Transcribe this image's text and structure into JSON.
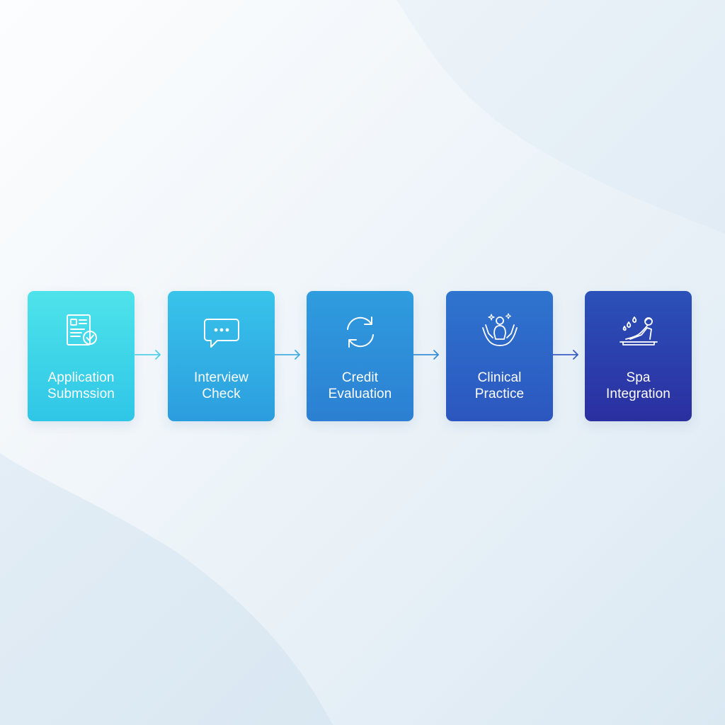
{
  "steps": [
    {
      "line1": "Application",
      "line2": "Submssion",
      "icon": "application-document-check-icon",
      "color_start": "#4ee3ea",
      "color_end": "#2fc6e7"
    },
    {
      "line1": "Interview",
      "line2": "Check",
      "icon": "chat-bubble-icon",
      "color_start": "#38c4ea",
      "color_end": "#2c9ddf"
    },
    {
      "line1": "Credit",
      "line2": "Evaluation",
      "icon": "refresh-cycle-icon",
      "color_start": "#2f9ddf",
      "color_end": "#2c7fd2"
    },
    {
      "line1": "Clinical",
      "line2": "Practice",
      "icon": "hands-care-person-icon",
      "color_start": "#2e75cf",
      "color_end": "#2c56bf"
    },
    {
      "line1": "Spa",
      "line2": "Integration",
      "icon": "spa-relaxation-icon",
      "color_start": "#2b51b9",
      "color_end": "#2b2fa0"
    }
  ],
  "arrows": [
    {
      "color": "#55cfe8",
      "icon": "arrow-right-icon"
    },
    {
      "color": "#46aee4",
      "icon": "arrow-right-icon"
    },
    {
      "color": "#3b8ed9",
      "icon": "arrow-right-icon"
    },
    {
      "color": "#3a5fc4",
      "icon": "arrow-right-icon"
    }
  ],
  "colors": {
    "background_light": "#f6f9fc",
    "background_mid": "#e7f0f7",
    "background_dark": "#d6e6f1",
    "icon_stroke": "#ffffff"
  }
}
